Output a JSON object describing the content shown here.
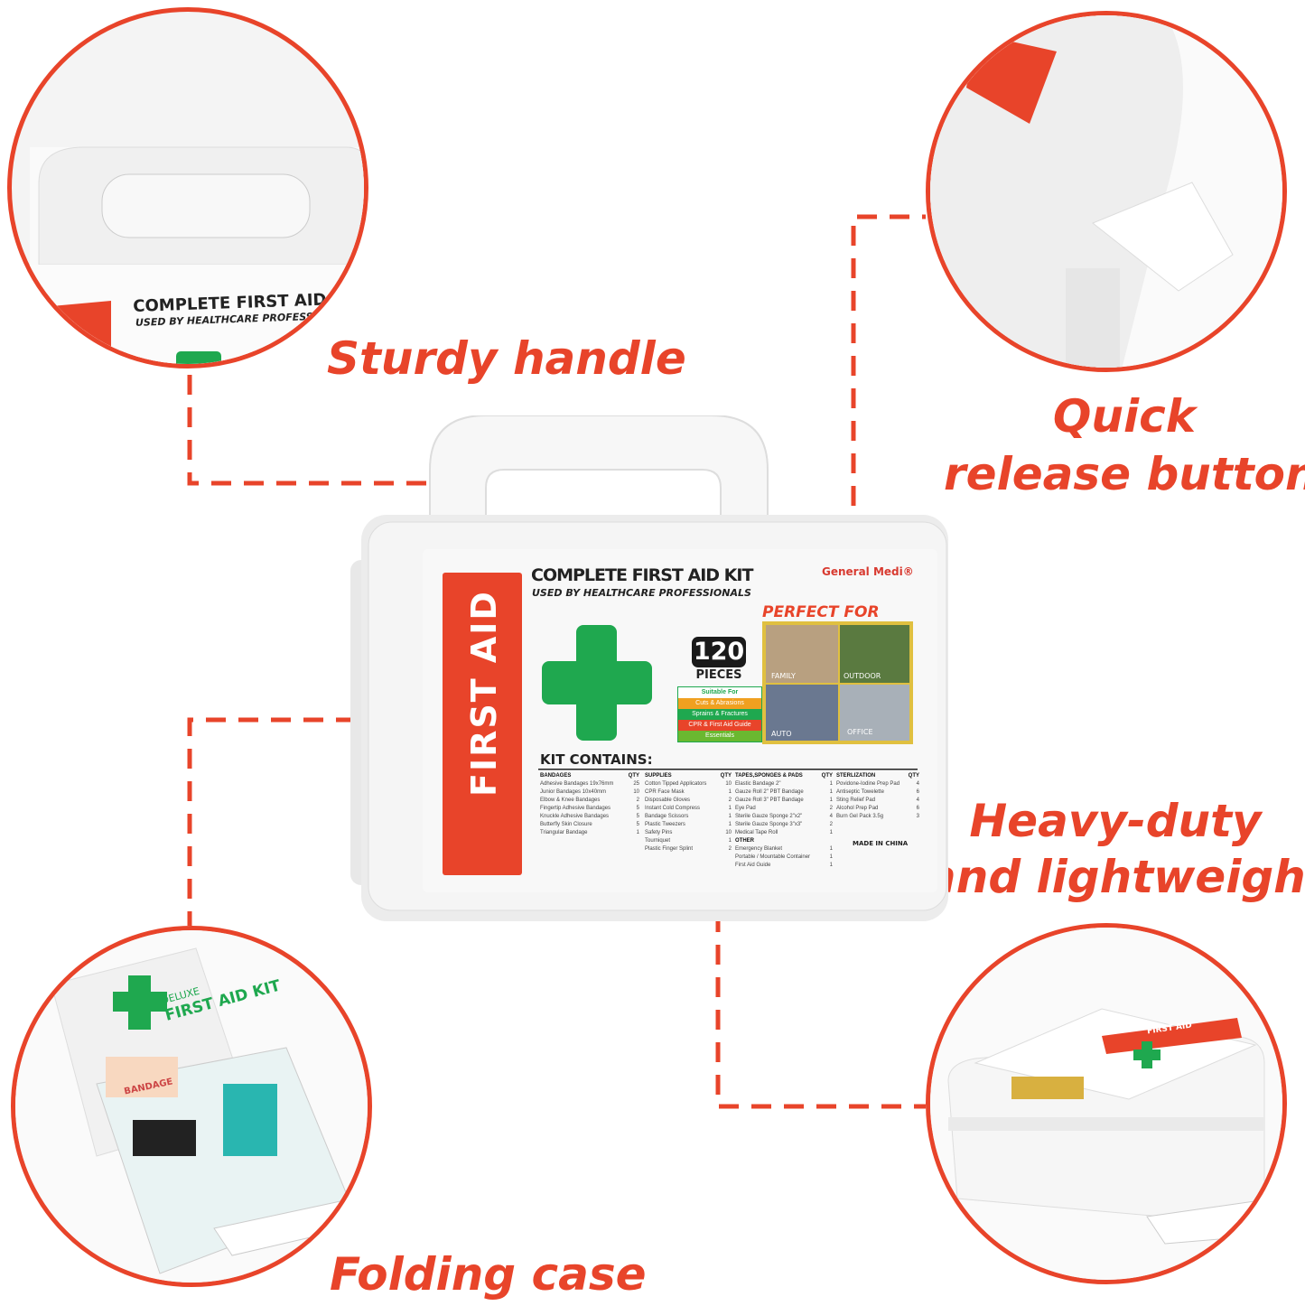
{
  "captions": {
    "handle": "Sturdy handle",
    "release_1": "Quick",
    "release_2": "release button",
    "heavy_1": "Heavy-duty",
    "heavy_2": "and lightweight",
    "folding": "Folding case"
  },
  "kit": {
    "side_label": "FIRST AID",
    "title": "COMPLETE FIRST AID KIT",
    "subtitle": "USED BY HEALTHCARE PROFESSIONALS",
    "brand": "General Medi®",
    "count": "120",
    "count_unit": "PIECES",
    "perfect_for": "PERFECT FOR",
    "photo_labels": [
      "FAMILY",
      "OUTDOOR",
      "AUTO",
      "OFFICE"
    ],
    "suitable": {
      "heading": "Suitable For",
      "items": [
        "Cuts & Abrasions",
        "Sprains & Fractures",
        "CPR & First Aid Guide",
        "Essentials"
      ]
    },
    "contains_heading": "KIT CONTAINS:",
    "qty_label": "QTY",
    "columns": [
      {
        "heading": "BANDAGES",
        "items": [
          [
            "Adhesive Bandages 19x76mm",
            "25"
          ],
          [
            "Junior Bandages 10x40mm",
            "10"
          ],
          [
            "Elbow & Knee Bandages",
            "2"
          ],
          [
            "Fingertip Adhesive Bandages",
            "5"
          ],
          [
            "Knuckle Adhesive Bandages",
            "5"
          ],
          [
            "Butterfly Skin Closure",
            "5"
          ],
          [
            "Triangular Bandage",
            "1"
          ]
        ]
      },
      {
        "heading": "SUPPLIES",
        "items": [
          [
            "Cotton Tipped Applicators",
            "10"
          ],
          [
            "CPR Face Mask",
            "1"
          ],
          [
            "Disposable Gloves",
            "2"
          ],
          [
            "Instant Cold Compress",
            "1"
          ],
          [
            "Bandage Scissors",
            "1"
          ],
          [
            "Plastic Tweezers",
            "1"
          ],
          [
            "Safety Pins",
            "10"
          ],
          [
            "Tourniquet",
            "1"
          ],
          [
            "Plastic Finger Splint",
            "2"
          ]
        ]
      },
      {
        "heading": "TAPES,SPONGES & PADS",
        "items": [
          [
            "Elastic Bandage 2\"",
            "1"
          ],
          [
            "Gauze Roll 2\" PBT Bandage",
            "1"
          ],
          [
            "Gauze Roll 3\" PBT Bandage",
            "1"
          ],
          [
            "Eye Pad",
            "2"
          ],
          [
            "Sterile Gauze Sponge 2\"x2\"",
            "4"
          ],
          [
            "Sterile Gauze Sponge 3\"x3\"",
            "2"
          ],
          [
            "Medical Tape Roll",
            "1"
          ]
        ],
        "sub_heading": "OTHER",
        "sub_items": [
          [
            "Emergency Blanket",
            "1"
          ],
          [
            "Portable / Mountable Container",
            "1"
          ],
          [
            "First Aid Guide",
            "1"
          ]
        ]
      },
      {
        "heading": "STERLIZATION",
        "items": [
          [
            "Povidone-Iodine Prep Pad",
            "4"
          ],
          [
            "Antiseptic Towelette",
            "6"
          ],
          [
            "Sting Relief Pad",
            "4"
          ],
          [
            "Alcohol Prep Pad",
            "6"
          ],
          [
            "Burn Gel Pack 3.5g",
            "3"
          ]
        ]
      }
    ],
    "made_in": "MADE IN CHINA"
  },
  "zoom_closeups": {
    "handle_label_title": "COMPLETE FIRST AID KIT",
    "handle_label_sub": "USED BY HEALTHCARE PROFESSIO",
    "open_kit_label_1": "DELUXE",
    "open_kit_label_2": "FIRST AID KIT",
    "open_kit_bandage": "BANDAGE",
    "lid_label": "FIRST AID"
  },
  "colors": {
    "accent_red": "#e8442a",
    "cross_green": "#1fa84f",
    "case_white": "#f2f2f2"
  }
}
